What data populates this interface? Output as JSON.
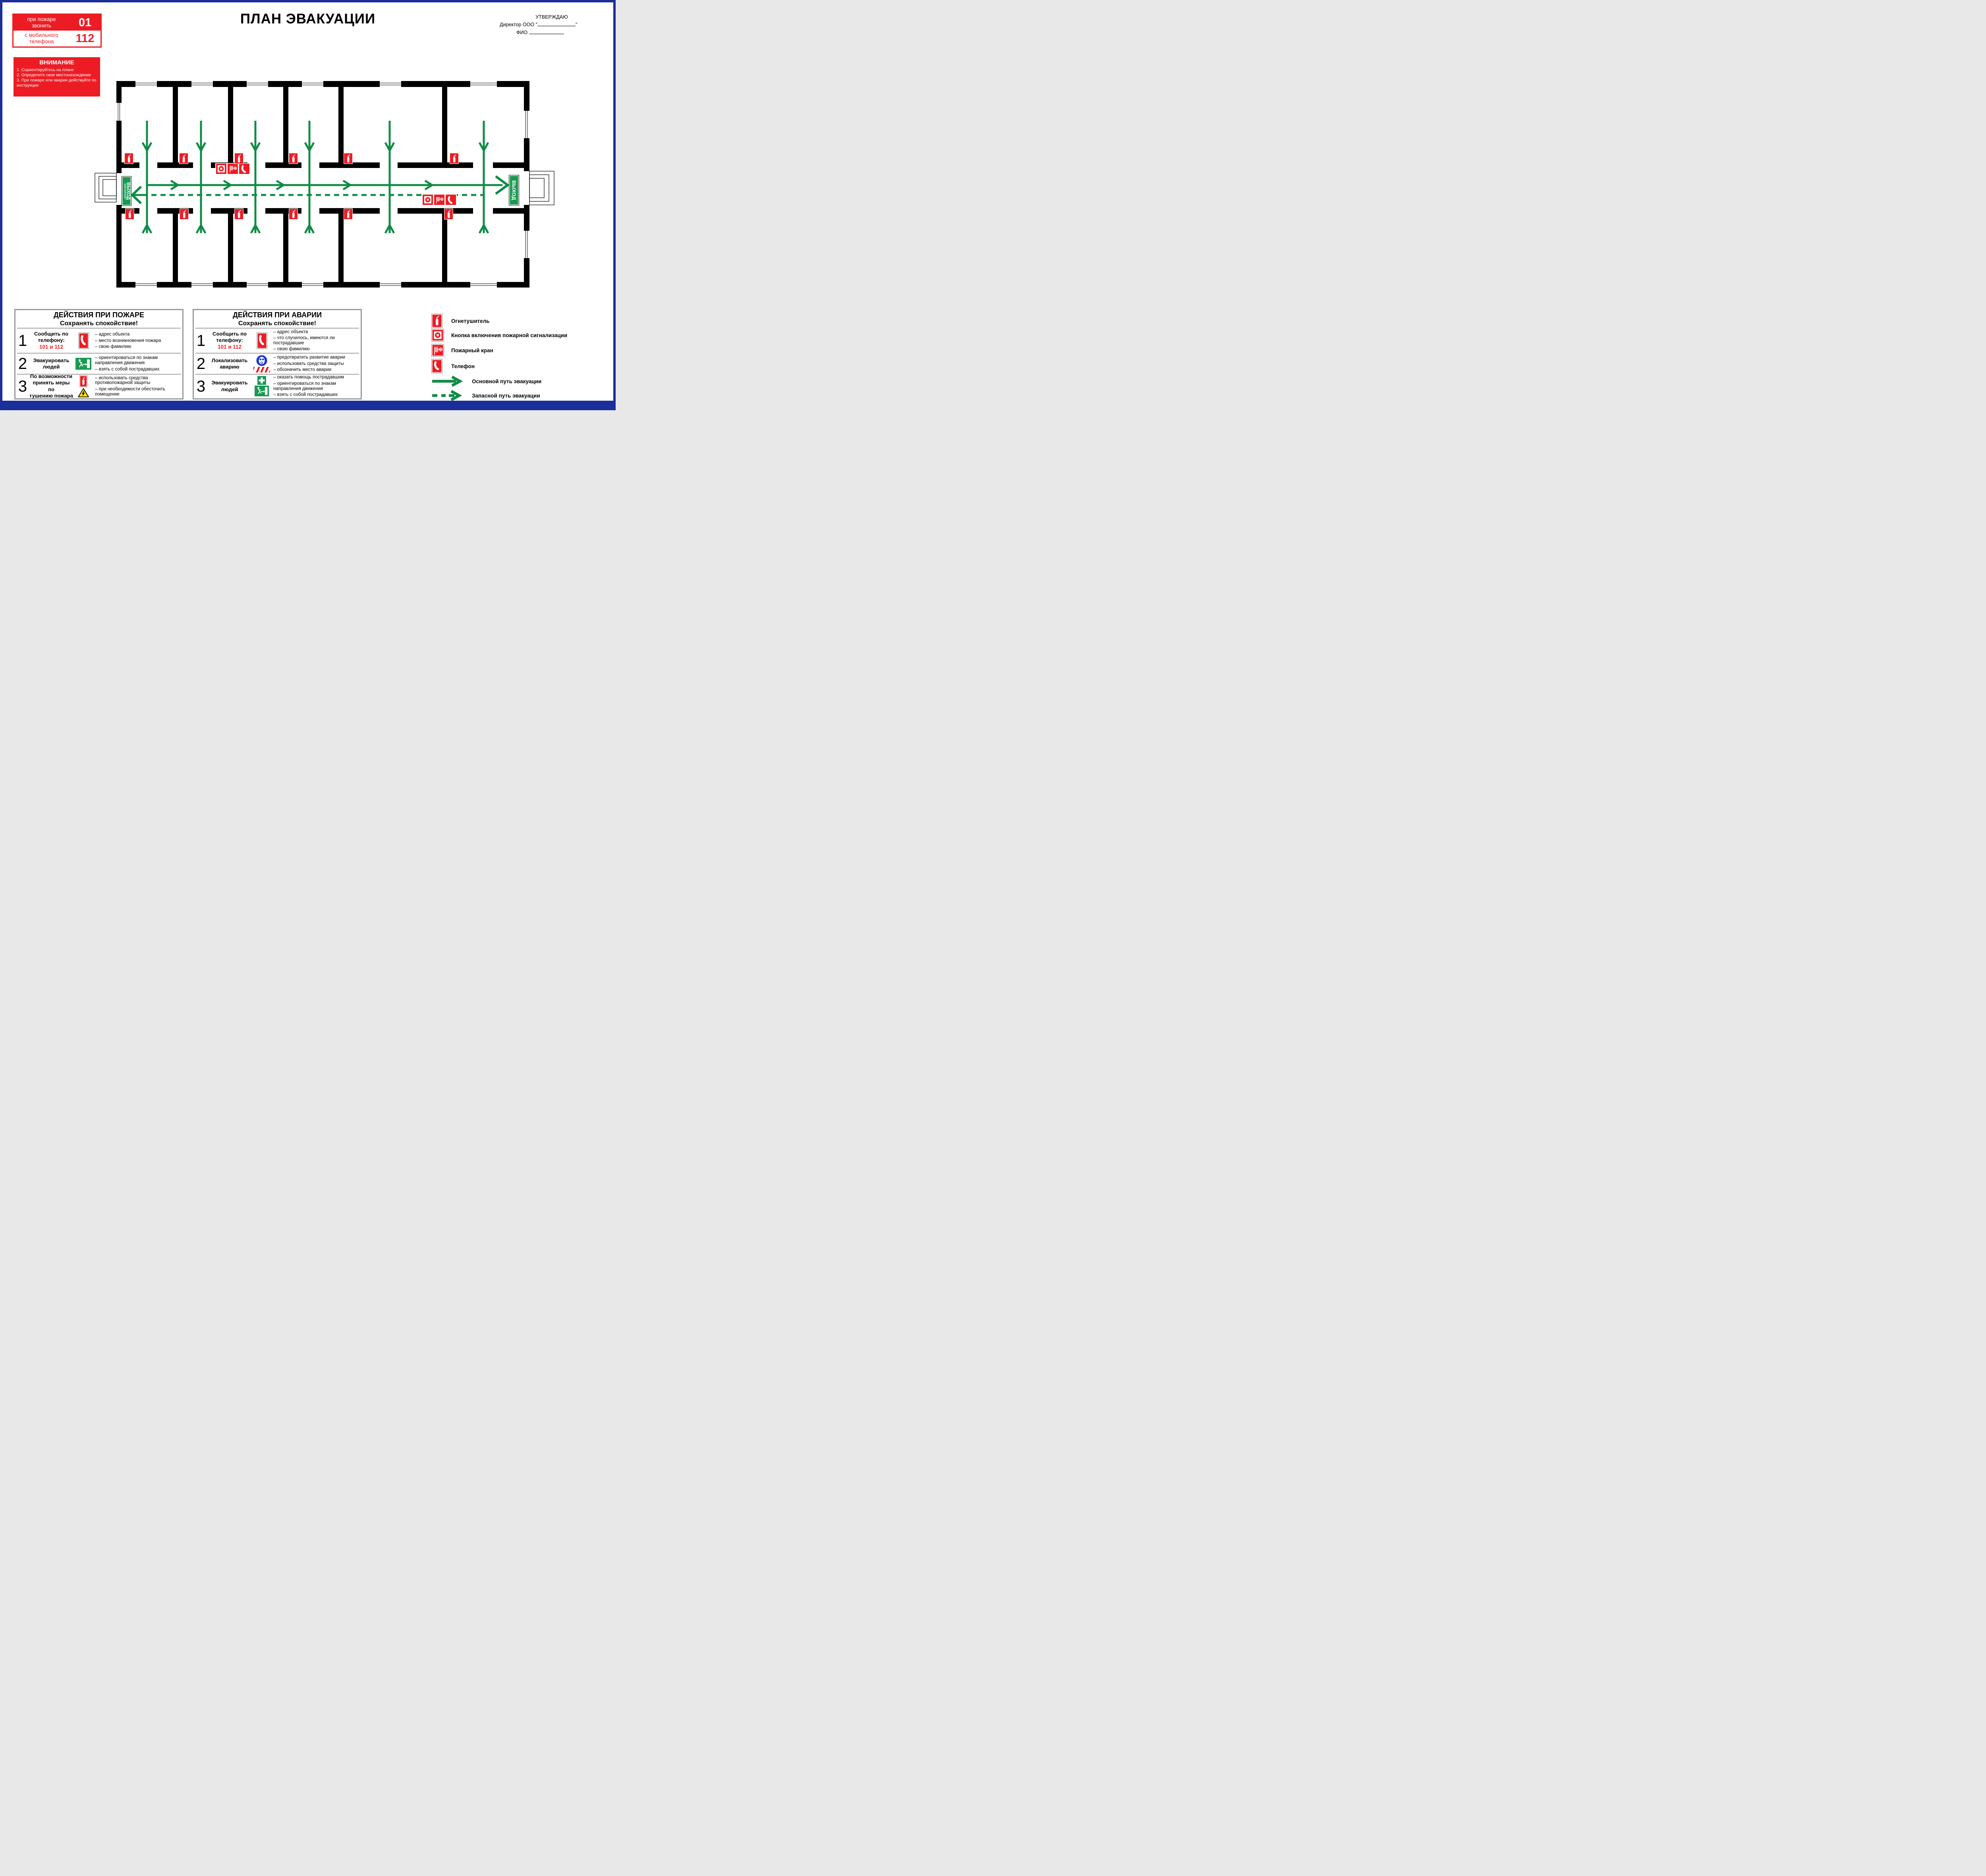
{
  "page": {
    "title": "ПЛАН ЭВАКУАЦИИ",
    "colors": {
      "red": "#ed1c24",
      "path_green": "#0e8c45",
      "sign_green": "#189a52",
      "navy_border": "#1c2e99",
      "hazard_yellow": "#ffe000",
      "mask_blue": "#1733cf"
    }
  },
  "phone_box": {
    "top_line1": "при пожаре",
    "top_line2": "звонить",
    "top_number": "01",
    "bottom_line1": "с мобильного",
    "bottom_line2": "телефона",
    "bottom_number": "112"
  },
  "attention": {
    "title": "ВНИМАНИЕ",
    "items": [
      "1. Сориентируйтесь на плане",
      "2. Определите свое местонахождение",
      "3. При пожаре или аварии действуйте по инструкции"
    ]
  },
  "approval": {
    "title": "УТВЕРЖДАЮ",
    "line1_prefix": "Директор ООО \"",
    "line1_suffix": "\"",
    "line2_label": "ФИО"
  },
  "plan": {
    "exit_sign": "ВЫХОД",
    "emergency_exit_line1": "АВАРИЙНЫЙ",
    "emergency_exit_line2": "ВЫХОД"
  },
  "fire_actions": {
    "title": "ДЕЙСТВИЯ ПРИ ПОЖАРЕ",
    "subtitle": "Сохранять спокойствие!",
    "rows": [
      {
        "num": "1",
        "action_lines": [
          "Сообщить по",
          "телефону:"
        ],
        "action_phone": "101 и 112",
        "icons": [
          "telephone"
        ],
        "items": [
          "– адрес объекта",
          "– место возникновения пожара",
          "– свою фамилию"
        ]
      },
      {
        "num": "2",
        "action_lines": [
          "Эвакуировать",
          "людей"
        ],
        "icons": [
          "exit-sign"
        ],
        "items": [
          "– ориентироваться по знакам направления движения",
          "– взять с собой пострадавших"
        ]
      },
      {
        "num": "3",
        "action_lines": [
          "По возможности",
          "принять меры по",
          "тушению пожара"
        ],
        "icons": [
          "fire-extinguisher",
          "electrical-hazard"
        ],
        "items": [
          "– использовать средства противопожарной защиты",
          "– при необходимости обесточить помещение"
        ]
      }
    ]
  },
  "accident_actions": {
    "title": "ДЕЙСТВИЯ ПРИ АВАРИИ",
    "subtitle": "Сохранять спокойствие!",
    "rows": [
      {
        "num": "1",
        "action_lines": [
          "Сообщить по",
          "телефону:"
        ],
        "action_phone": "101 и 112",
        "icons": [
          "telephone"
        ],
        "items": [
          "– адрес объекта",
          "– что случилось, имеются ли пострадавшие",
          "– свою фамилию"
        ]
      },
      {
        "num": "2",
        "action_lines": [
          "Локализовать",
          "аварию"
        ],
        "icons": [
          "gas-mask",
          "hazard-stripes"
        ],
        "items": [
          "– предотвратить развитие аварии",
          "– использовать средства защиты",
          "– обозначить место аварии"
        ]
      },
      {
        "num": "3",
        "action_lines": [
          "Эвакуировать",
          "людей"
        ],
        "icons": [
          "first-aid",
          "exit-sign"
        ],
        "items": [
          "– оказать помощь пострадавшим",
          "– ориентироваться по знакам направления движения",
          "– взять с собой пострадавших"
        ]
      }
    ]
  },
  "legend": {
    "items": [
      {
        "icon": "fire-extinguisher-icon",
        "label": "Огнетушитель"
      },
      {
        "icon": "fire-alarm-button-icon",
        "label": "Кнопка включения пожарной сигнализации"
      },
      {
        "icon": "fire-hose-icon",
        "label": "Пожарный кран"
      },
      {
        "icon": "telephone-icon",
        "label": "Телефон"
      }
    ],
    "routes": [
      {
        "style": "solid",
        "label": "Основной путь эвакуации"
      },
      {
        "style": "dashed",
        "label": "Запасной путь эвакуации"
      }
    ]
  }
}
